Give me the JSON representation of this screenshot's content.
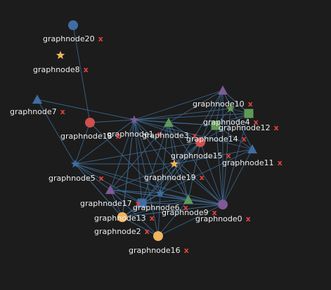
{
  "graph": {
    "remove_icon": "x",
    "colors": {
      "background": "#1c1c1c",
      "edge": "#3d6a93",
      "label": "#ededed",
      "remove": "#e2453c"
    },
    "nodes": [
      {
        "id": "graphnode0",
        "label": "graphnode0",
        "shape": "circle",
        "color": "#7f5a96"
      },
      {
        "id": "graphnode1",
        "label": "graphnode1",
        "shape": "star",
        "color": "#7f5a96"
      },
      {
        "id": "graphnode2",
        "label": "graphnode2",
        "shape": "circle",
        "color": "#f0b45c"
      },
      {
        "id": "graphnode3",
        "label": "graphnode3",
        "shape": "triangle",
        "color": "#5e9a57"
      },
      {
        "id": "graphnode4",
        "label": "graphnode4",
        "shape": "square",
        "color": "#5e9a57"
      },
      {
        "id": "graphnode5",
        "label": "graphnode5",
        "shape": "star",
        "color": "#3f6da3"
      },
      {
        "id": "graphnode6",
        "label": "graphnode6",
        "shape": "square",
        "color": "#3f6da3"
      },
      {
        "id": "graphnode7",
        "label": "graphnode7",
        "shape": "triangle",
        "color": "#3f6da3"
      },
      {
        "id": "graphnode8",
        "label": "graphnode8",
        "shape": "star",
        "color": "#f0b45c"
      },
      {
        "id": "graphnode9",
        "label": "graphnode9",
        "shape": "triangle",
        "color": "#5e9a57"
      },
      {
        "id": "graphnode10",
        "label": "graphnode10",
        "shape": "triangle",
        "color": "#7f5a96"
      },
      {
        "id": "graphnode11",
        "label": "graphnode11",
        "shape": "triangle",
        "color": "#3f6da3"
      },
      {
        "id": "graphnode12",
        "label": "graphnode12",
        "shape": "square",
        "color": "#5e9a57"
      },
      {
        "id": "graphnode13",
        "label": "graphnode13",
        "shape": "circle",
        "color": "#f0b45c"
      },
      {
        "id": "graphnode14",
        "label": "graphnode14",
        "shape": "circle",
        "color": "#d04f4f"
      },
      {
        "id": "graphnode15",
        "label": "graphnode15",
        "shape": "star",
        "color": "#f0b45c"
      },
      {
        "id": "graphnode16",
        "label": "graphnode16",
        "shape": "circle",
        "color": "#f0b45c"
      },
      {
        "id": "graphnode17",
        "label": "graphnode17",
        "shape": "triangle",
        "color": "#7f5a96"
      },
      {
        "id": "graphnode18",
        "label": "graphnode18",
        "shape": "circle",
        "color": "#d04f4f"
      },
      {
        "id": "graphnode19",
        "label": "graphnode19",
        "shape": "star",
        "color": "#3f6da3"
      },
      {
        "id": "graphnode20",
        "label": "graphnode20",
        "shape": "circle",
        "color": "#3f6da3"
      },
      {
        "id": "star-extra",
        "label": "",
        "shape": "star",
        "color": "#5e9a57"
      }
    ],
    "edges": [
      [
        "graphnode20",
        "graphnode18"
      ],
      [
        "graphnode1",
        "graphnode7"
      ],
      [
        "graphnode1",
        "graphnode10"
      ],
      [
        "graphnode1",
        "graphnode3"
      ],
      [
        "graphnode1",
        "graphnode18"
      ],
      [
        "graphnode1",
        "graphnode5"
      ],
      [
        "graphnode1",
        "graphnode17"
      ],
      [
        "graphnode1",
        "graphnode13"
      ],
      [
        "graphnode1",
        "graphnode2"
      ],
      [
        "graphnode1",
        "graphnode6"
      ],
      [
        "graphnode1",
        "graphnode16"
      ],
      [
        "graphnode1",
        "graphnode14"
      ],
      [
        "graphnode1",
        "graphnode11"
      ],
      [
        "graphnode1",
        "graphnode12"
      ],
      [
        "graphnode1",
        "graphnode4"
      ],
      [
        "graphnode1",
        "graphnode0"
      ],
      [
        "graphnode1",
        "graphnode9"
      ],
      [
        "graphnode1",
        "graphnode19"
      ],
      [
        "graphnode1",
        "star-extra"
      ],
      [
        "graphnode3",
        "graphnode10"
      ],
      [
        "graphnode3",
        "graphnode14"
      ],
      [
        "graphnode3",
        "graphnode15"
      ],
      [
        "graphnode3",
        "graphnode0"
      ],
      [
        "graphnode3",
        "graphnode19"
      ],
      [
        "graphnode3",
        "graphnode9"
      ],
      [
        "graphnode3",
        "graphnode17"
      ],
      [
        "graphnode3",
        "graphnode6"
      ],
      [
        "graphnode3",
        "graphnode12"
      ],
      [
        "graphnode10",
        "graphnode0"
      ],
      [
        "graphnode10",
        "graphnode14"
      ],
      [
        "graphnode10",
        "graphnode4"
      ],
      [
        "graphnode10",
        "graphnode11"
      ],
      [
        "graphnode10",
        "graphnode12"
      ],
      [
        "graphnode10",
        "graphnode19"
      ],
      [
        "graphnode4",
        "graphnode0"
      ],
      [
        "graphnode4",
        "graphnode14"
      ],
      [
        "graphnode4",
        "graphnode12"
      ],
      [
        "graphnode12",
        "graphnode0"
      ],
      [
        "graphnode12",
        "graphnode11"
      ],
      [
        "graphnode12",
        "graphnode14"
      ],
      [
        "graphnode14",
        "graphnode0"
      ],
      [
        "graphnode14",
        "graphnode15"
      ],
      [
        "graphnode14",
        "graphnode19"
      ],
      [
        "graphnode14",
        "graphnode6"
      ],
      [
        "graphnode14",
        "graphnode9"
      ],
      [
        "graphnode14",
        "graphnode5"
      ],
      [
        "graphnode11",
        "graphnode0"
      ],
      [
        "graphnode11",
        "graphnode15"
      ],
      [
        "graphnode11",
        "graphnode19"
      ],
      [
        "graphnode15",
        "graphnode0"
      ],
      [
        "graphnode15",
        "graphnode17"
      ],
      [
        "graphnode15",
        "graphnode6"
      ],
      [
        "graphnode15",
        "graphnode5"
      ],
      [
        "graphnode15",
        "graphnode9"
      ],
      [
        "graphnode5",
        "graphnode17"
      ],
      [
        "graphnode5",
        "graphnode6"
      ],
      [
        "graphnode5",
        "graphnode13"
      ],
      [
        "graphnode5",
        "graphnode0"
      ],
      [
        "graphnode5",
        "graphnode19"
      ],
      [
        "graphnode5",
        "graphnode2"
      ],
      [
        "graphnode17",
        "graphnode0"
      ],
      [
        "graphnode17",
        "graphnode13"
      ],
      [
        "graphnode17",
        "graphnode6"
      ],
      [
        "graphnode17",
        "graphnode16"
      ],
      [
        "graphnode17",
        "graphnode19"
      ],
      [
        "graphnode17",
        "graphnode9"
      ],
      [
        "graphnode19",
        "graphnode0"
      ],
      [
        "graphnode19",
        "graphnode6"
      ],
      [
        "graphnode19",
        "graphnode9"
      ],
      [
        "graphnode19",
        "graphnode13"
      ],
      [
        "graphnode19",
        "graphnode16"
      ],
      [
        "graphnode6",
        "graphnode0"
      ],
      [
        "graphnode6",
        "graphnode13"
      ],
      [
        "graphnode6",
        "graphnode9"
      ],
      [
        "graphnode9",
        "graphnode0"
      ],
      [
        "graphnode9",
        "graphnode13"
      ],
      [
        "graphnode9",
        "graphnode16"
      ],
      [
        "graphnode13",
        "graphnode0"
      ],
      [
        "graphnode13",
        "graphnode16"
      ],
      [
        "graphnode16",
        "graphnode0"
      ],
      [
        "graphnode18",
        "graphnode5"
      ],
      [
        "graphnode18",
        "graphnode19"
      ],
      [
        "graphnode7",
        "graphnode5"
      ],
      [
        "graphnode2",
        "graphnode0"
      ],
      [
        "graphnode2",
        "graphnode16"
      ],
      [
        "star-extra",
        "graphnode0"
      ],
      [
        "star-extra",
        "graphnode14"
      ],
      [
        "star-extra",
        "graphnode4"
      ]
    ]
  }
}
